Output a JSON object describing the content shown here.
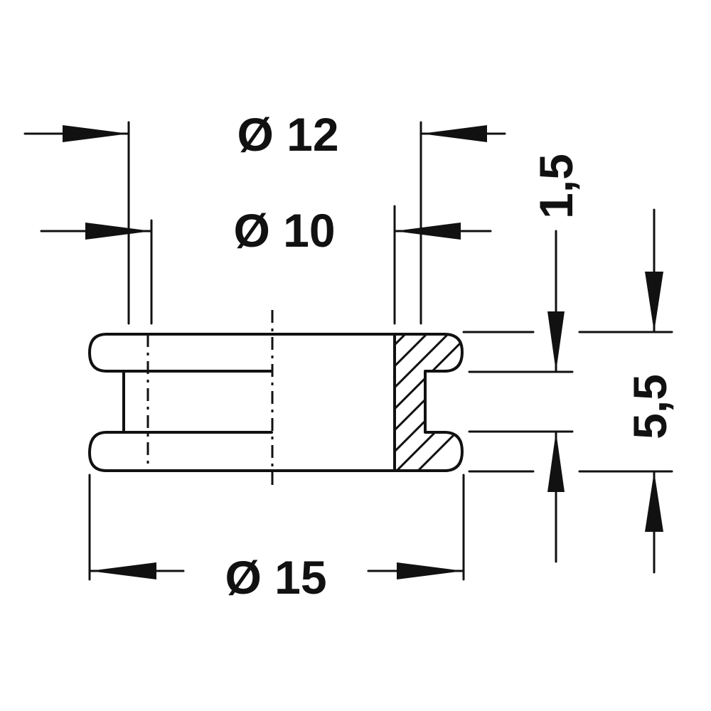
{
  "dimensions": {
    "outer_diameter": "Ø 12",
    "inner_diameter": "Ø 10",
    "flange_diameter": "Ø 15",
    "groove_width": "1,5",
    "total_height": "5,5"
  },
  "colors": {
    "line": "#111111",
    "background": "#ffffff"
  }
}
